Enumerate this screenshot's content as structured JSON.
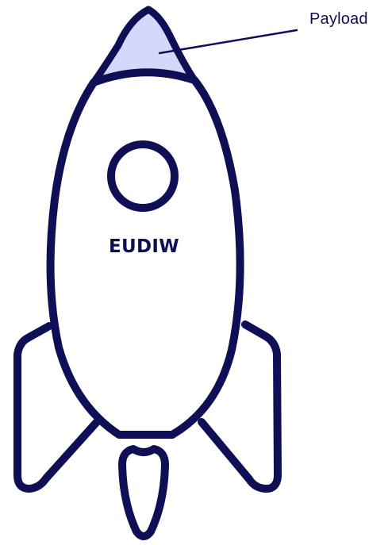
{
  "diagram": {
    "callout_label": "Payload",
    "rocket_label": "EUDIW"
  },
  "colors": {
    "navy": "#0f0f55",
    "payload_fill": "#d5d7fb",
    "background": "#ffffff"
  },
  "icons": {
    "rocket": "rocket-icon",
    "payload": "payload-nose-cone",
    "window": "porthole-window",
    "fins": "rocket-fins",
    "flame": "exhaust-flame"
  }
}
